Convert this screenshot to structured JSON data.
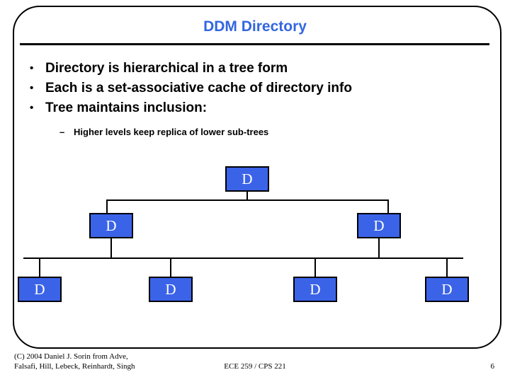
{
  "slide": {
    "title": "DDM Directory",
    "bullets": [
      {
        "level": 1,
        "text": "Directory is hierarchical in a tree form"
      },
      {
        "level": 1,
        "text": "Each is a set-associative cache of directory info"
      },
      {
        "level": 1,
        "text": "Tree maintains inclusion:"
      },
      {
        "level": 2,
        "text": "Higher levels keep replica of lower sub-trees"
      }
    ],
    "footer": {
      "copyright_line1": "(C) 2004 Daniel J. Sorin from Adve,",
      "copyright_line2": "Falsafi, Hill, Lebeck, Reinhardt, Singh",
      "course": "ECE 259 / CPS 221",
      "page_number": "6"
    }
  },
  "diagram": {
    "name": "ddm-directory-tree",
    "node_label": "D",
    "node_fill": "#3b63e8",
    "node_border": "#000000",
    "node_text_color": "#ffffff",
    "title_color": "#3366e0",
    "levels": [
      {
        "level": 0,
        "nodes": [
          {
            "label": "D"
          }
        ]
      },
      {
        "level": 1,
        "nodes": [
          {
            "label": "D"
          },
          {
            "label": "D"
          }
        ]
      },
      {
        "level": 2,
        "nodes": [
          {
            "label": "D"
          },
          {
            "label": "D"
          },
          {
            "label": "D"
          },
          {
            "label": "D"
          }
        ]
      }
    ]
  }
}
